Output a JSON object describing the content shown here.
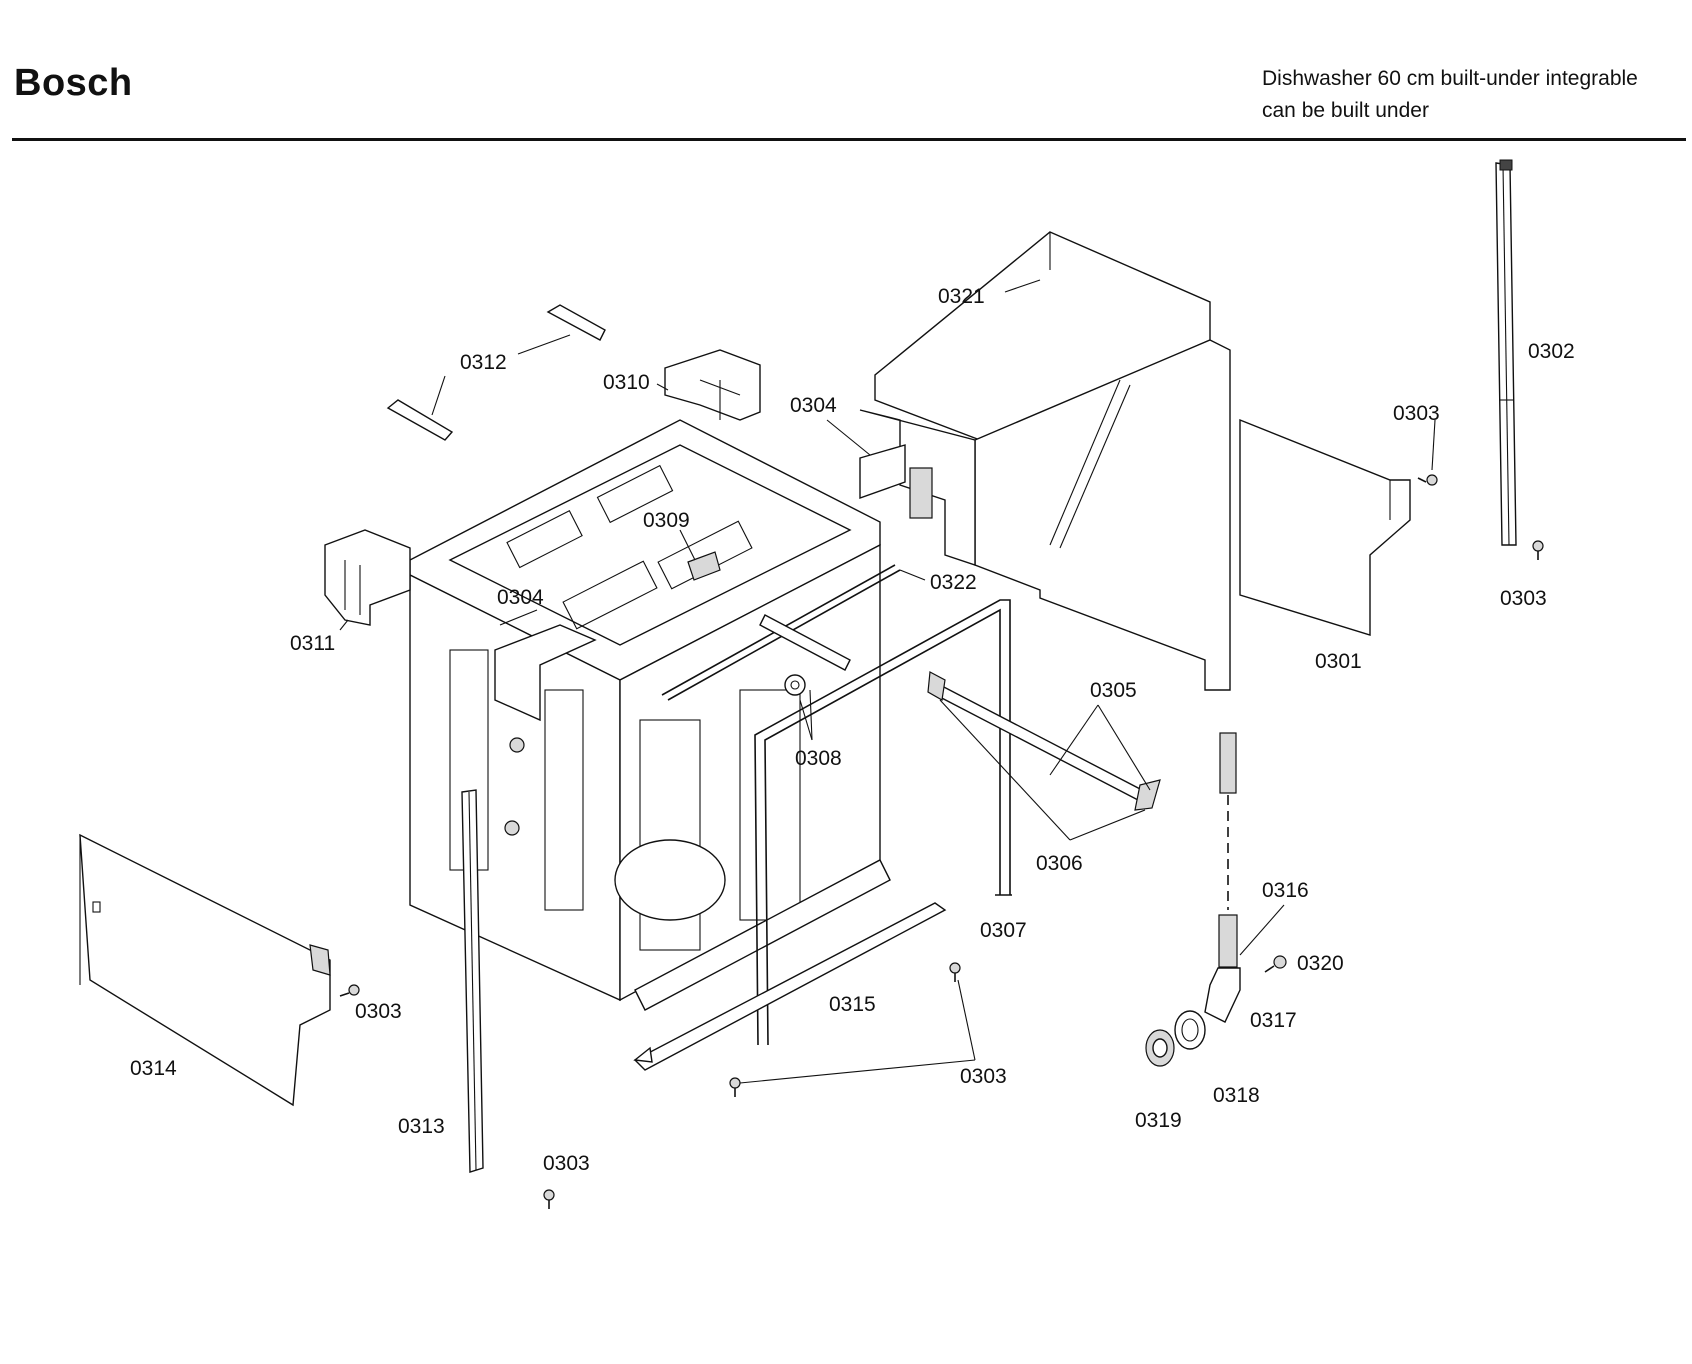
{
  "header": {
    "brand": "Bosch",
    "subtitle_line1": "Dishwasher 60 cm built-under integrable",
    "subtitle_line2": "can be built under"
  },
  "callouts": {
    "c0301": "0301",
    "c0302": "0302",
    "c0303a": "0303",
    "c0303b": "0303",
    "c0303c": "0303",
    "c0303d": "0303",
    "c0303e": "0303",
    "c0304a": "0304",
    "c0304b": "0304",
    "c0305": "0305",
    "c0306": "0306",
    "c0307": "0307",
    "c0308": "0308",
    "c0309": "0309",
    "c0310": "0310",
    "c0311": "0311",
    "c0312": "0312",
    "c0313": "0313",
    "c0314": "0314",
    "c0315": "0315",
    "c0316": "0316",
    "c0317": "0317",
    "c0318": "0318",
    "c0319": "0319",
    "c0320": "0320",
    "c0321": "0321",
    "c0322": "0322"
  }
}
